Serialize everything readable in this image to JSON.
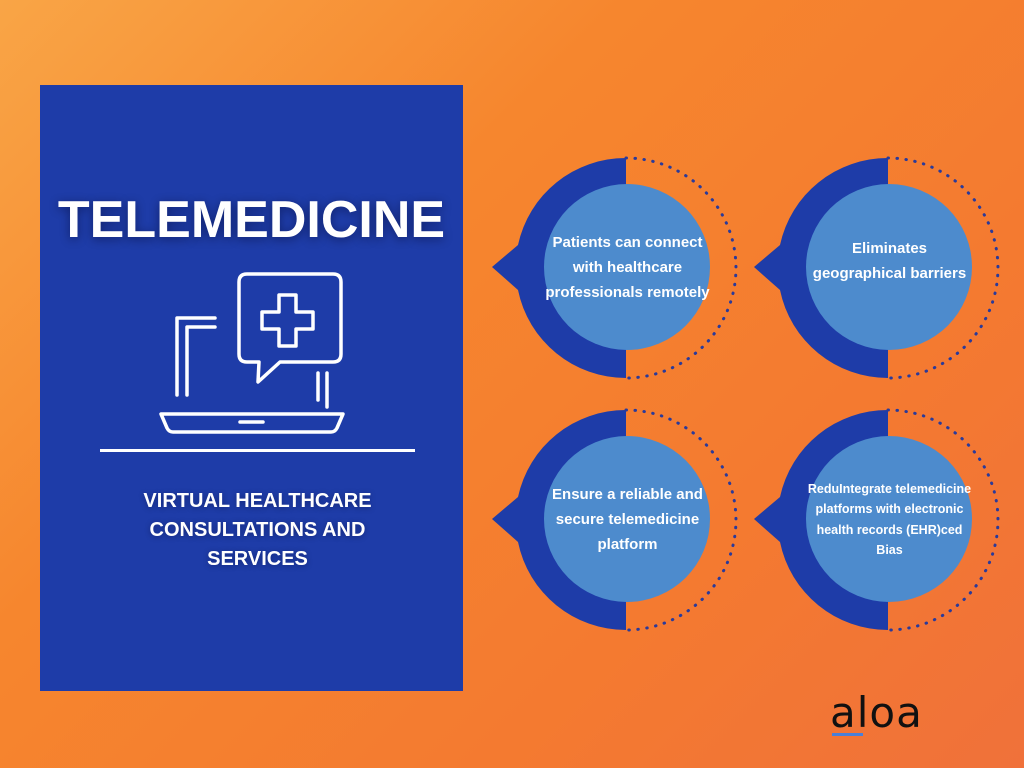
{
  "panel": {
    "title": "TELEMEDICINE",
    "icon": "laptop-medical-chat-icon",
    "subtitle": "VIRTUAL HEALTHCARE CONSULTATIONS AND SERVICES"
  },
  "benefits": [
    {
      "text": "Patients can connect with healthcare professionals remotely"
    },
    {
      "text": "Eliminates geographical barriers"
    },
    {
      "text": "Ensure a reliable and secure telemedicine platform"
    },
    {
      "text": "ReduIntegrate telemedicine platforms with electronic health records (EHR)ced Bias"
    }
  ],
  "brand": {
    "logo_text": "aloa"
  },
  "colors": {
    "background": "#f6862e",
    "panel": "#1e3ca8",
    "circle_inner": "#4d8bcd",
    "circle_outer": "#1e3ca8",
    "dots": "#2a3a9a",
    "logo_underline": "#4a7fd8"
  }
}
